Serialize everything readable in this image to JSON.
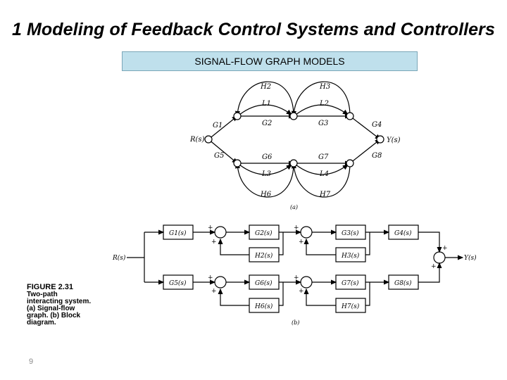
{
  "title": "1 Modeling of Feedback Control Systems and Controllers",
  "banner": "SIGNAL-FLOW GRAPH MODELS",
  "slide_number": "9",
  "caption": {
    "figure": "FIGURE 2.31",
    "lines": [
      "Two-path",
      "interacting system.",
      "(a) Signal-flow",
      "graph. (b) Block",
      "diagram."
    ]
  },
  "sfg": {
    "input": "R(s)",
    "output": "Y(s)",
    "top_branch": [
      "G1",
      "G2",
      "G3",
      "G4"
    ],
    "bottom_branch": [
      "G5",
      "G6",
      "G7",
      "G8"
    ],
    "top_loops": [
      {
        "gain": "L1",
        "feedback": "H2"
      },
      {
        "gain": "L2",
        "feedback": "H3"
      }
    ],
    "bottom_loops": [
      {
        "gain": "L3",
        "feedback": "H6"
      },
      {
        "gain": "L4",
        "feedback": "H7"
      }
    ],
    "part_label": "(a)"
  },
  "block": {
    "input": "R(s)",
    "output": "Y(s)",
    "top_row": [
      "G1(s)",
      "G2(s)",
      "G3(s)",
      "G4(s)"
    ],
    "top_feedback": [
      "H2(s)",
      "H3(s)"
    ],
    "bottom_row": [
      "G5(s)",
      "G6(s)",
      "G7(s)",
      "G8(s)"
    ],
    "bottom_feedback": [
      "H6(s)",
      "H7(s)"
    ],
    "signs": [
      "+",
      "+",
      "+",
      "+",
      "+",
      "+",
      "+",
      "+",
      "+",
      "+"
    ],
    "part_label": "(b)"
  }
}
